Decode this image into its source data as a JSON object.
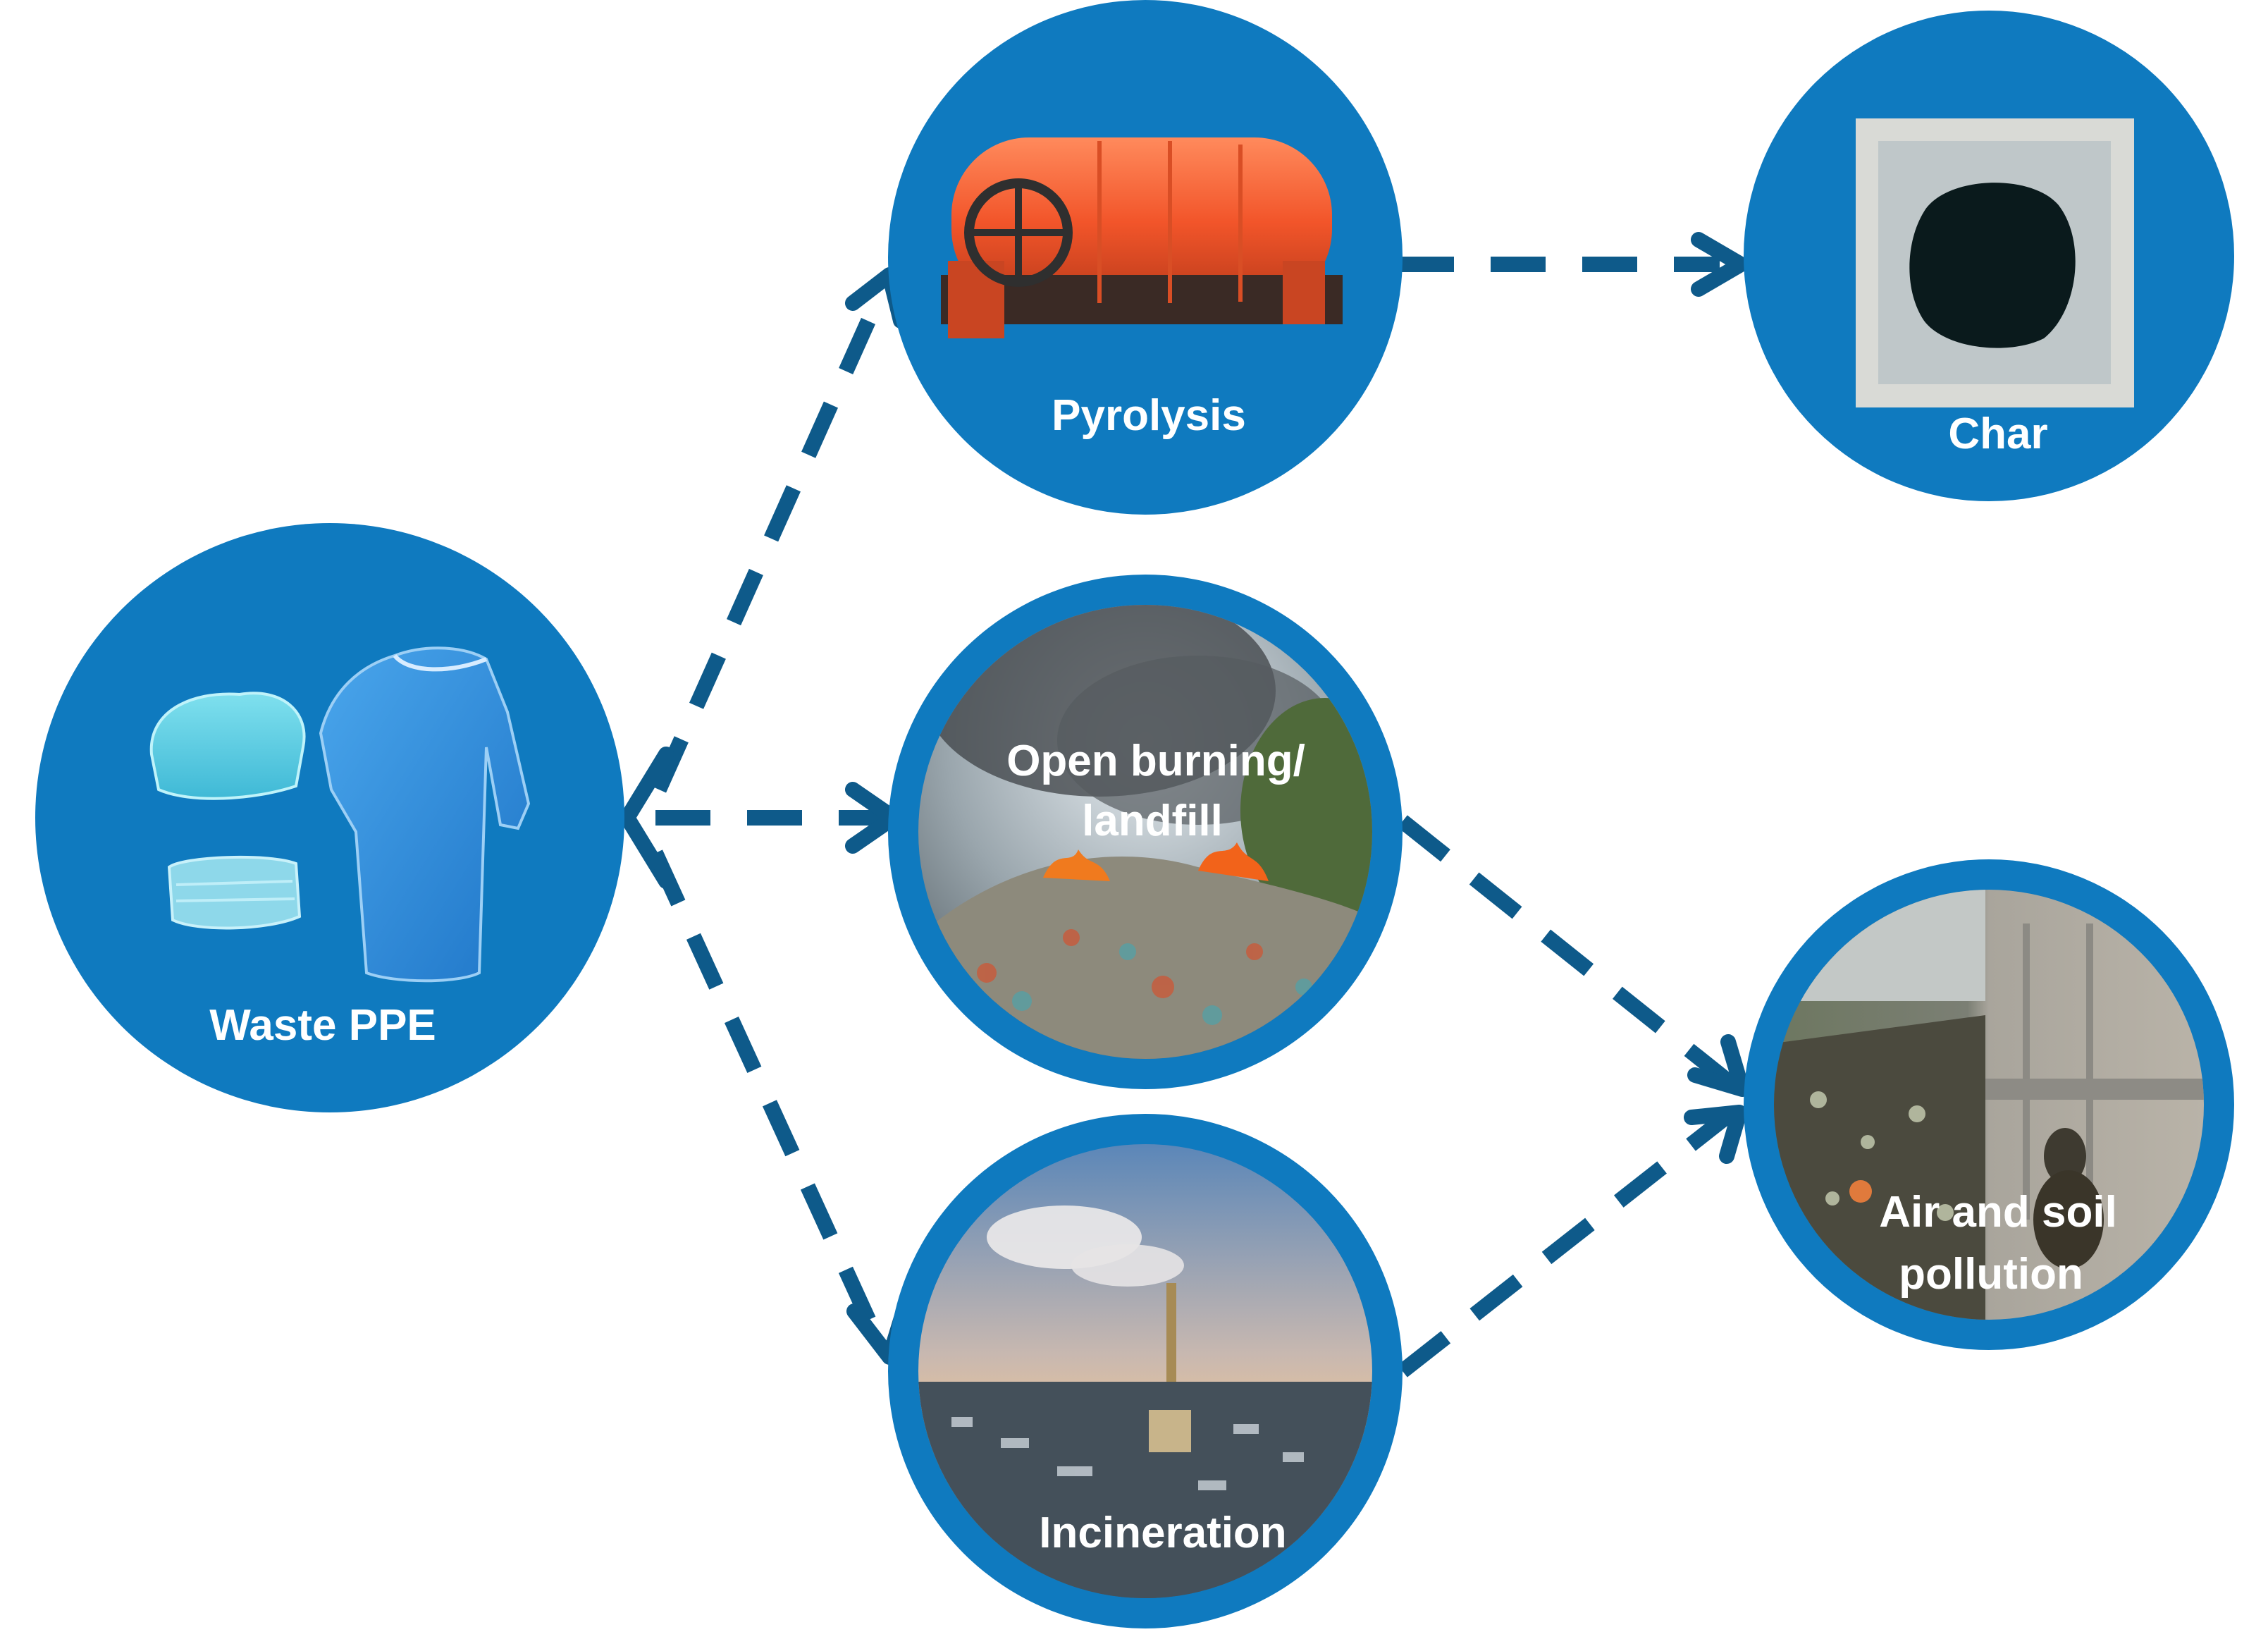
{
  "nodes": {
    "waste_ppe": {
      "label": "Waste PPE"
    },
    "pyrolysis": {
      "label": "Pyrolysis"
    },
    "char": {
      "label": "Char"
    },
    "open_burning": {
      "label_line1": "Open burning/",
      "label_line2": "landfill"
    },
    "incineration": {
      "label": "Incineration"
    },
    "pollution": {
      "label_line1": "Air and soil",
      "label_line2": "pollution"
    }
  },
  "colors": {
    "node_fill": "#0f7abf",
    "arrow": "#0e5a8a",
    "label_text": "#ffffff"
  },
  "edges": [
    {
      "from": "waste_ppe",
      "to": "pyrolysis"
    },
    {
      "from": "waste_ppe",
      "to": "open_burning"
    },
    {
      "from": "waste_ppe",
      "to": "incineration"
    },
    {
      "from": "pyrolysis",
      "to": "char"
    },
    {
      "from": "open_burning",
      "to": "pollution"
    },
    {
      "from": "incineration",
      "to": "pollution"
    }
  ]
}
